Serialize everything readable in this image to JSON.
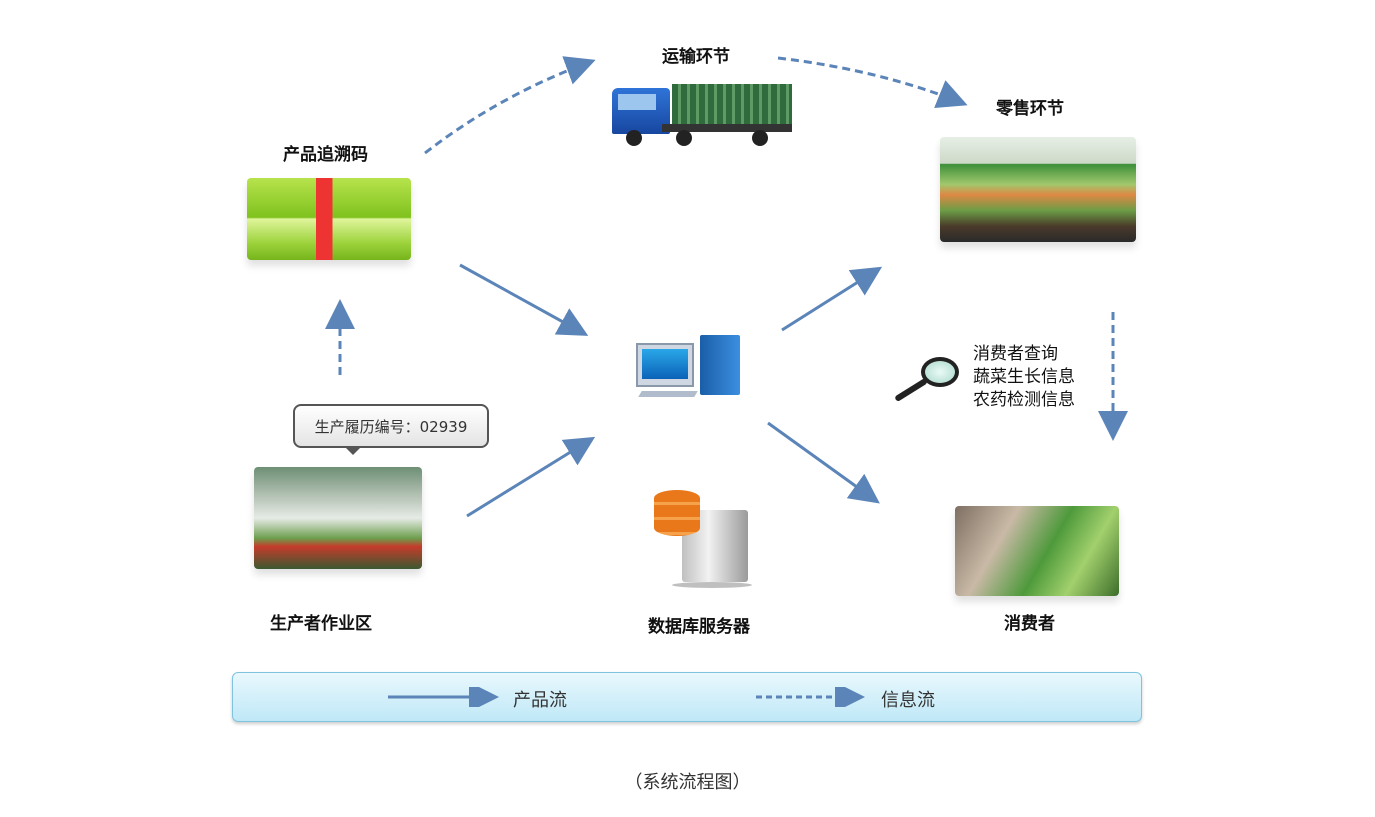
{
  "nodes": {
    "transport": "运输环节",
    "retail": "零售环节",
    "trace_code": "产品追溯码",
    "producer": "生产者作业区",
    "db_server": "数据库服务器",
    "consumer": "消费者"
  },
  "callout": "生产履历编号：02939",
  "query": {
    "lines": [
      "消费者查询",
      "蔬菜生长信息",
      "农药检测信息"
    ]
  },
  "legend": {
    "product_flow": "产品流",
    "info_flow": "信息流"
  },
  "caption": "（系统流程图）",
  "colors": {
    "arrow": "#5b84b8",
    "legend_bg": "#cdeefa"
  }
}
